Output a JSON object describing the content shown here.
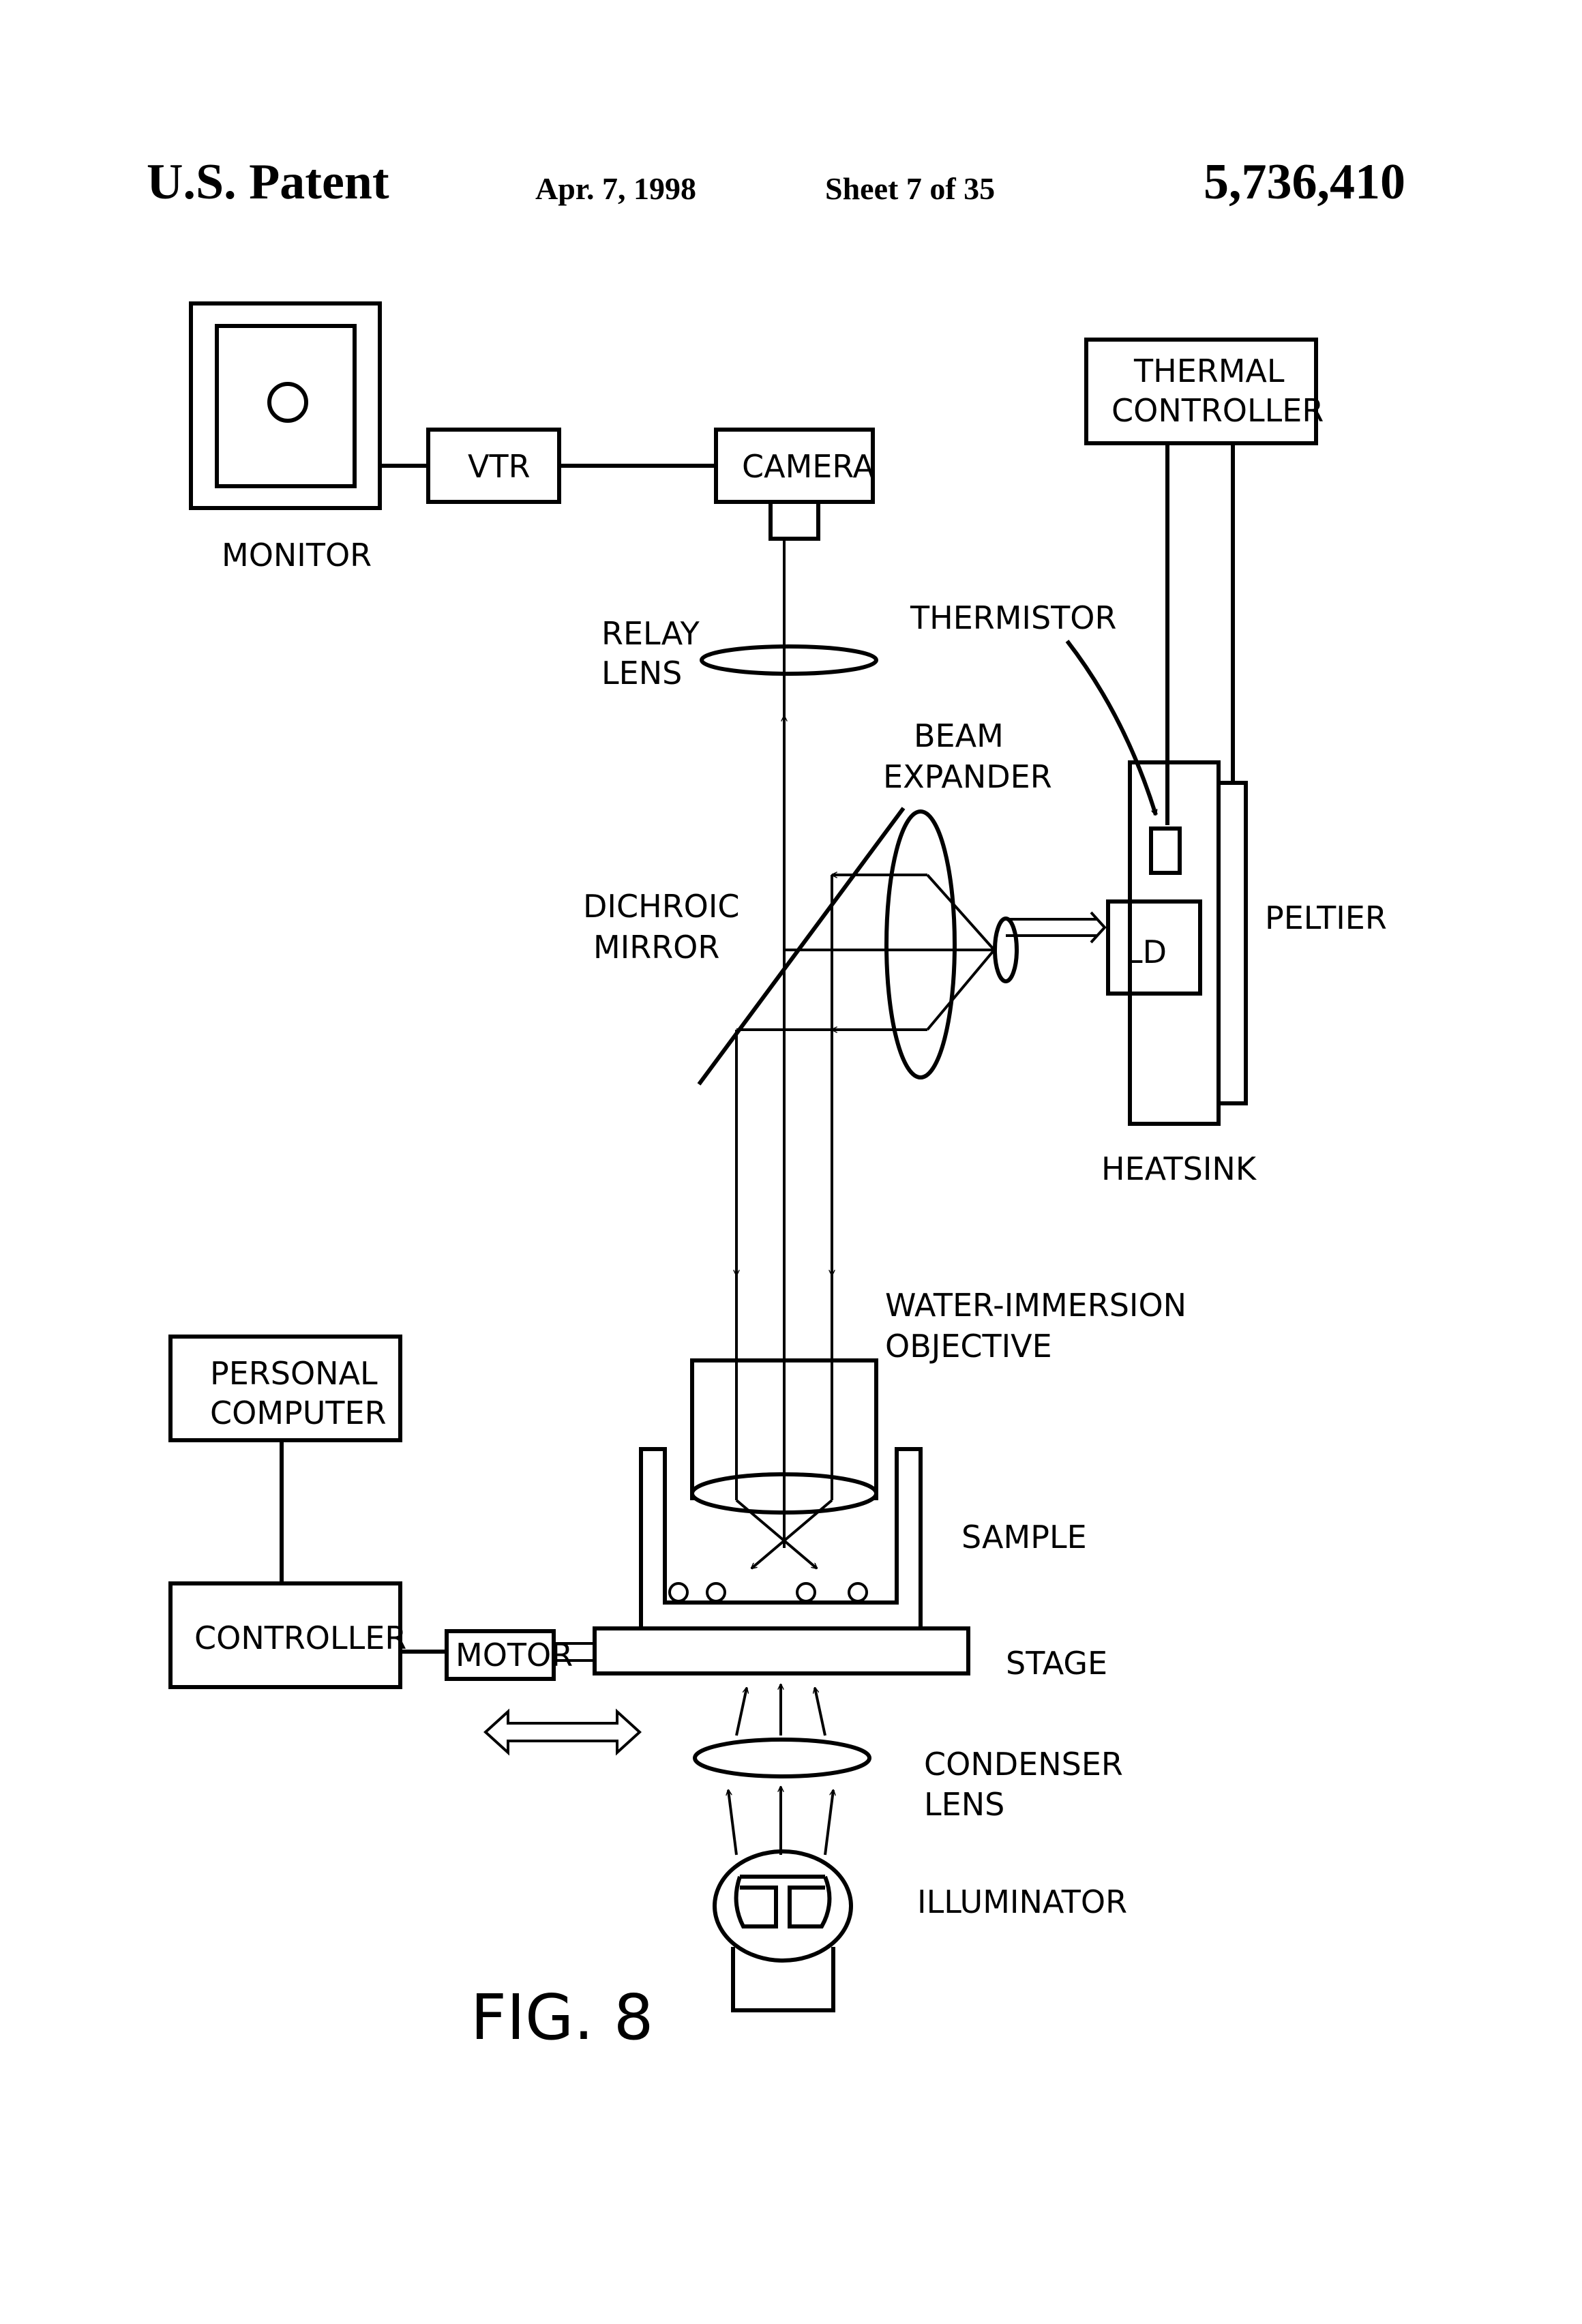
{
  "header": {
    "left": "U.S. Patent",
    "date": "Apr. 7, 1998",
    "sheet": "Sheet 7 of 35",
    "number": "5,736,410"
  },
  "labels": {
    "monitor": "MONITOR",
    "vtr": "VTR",
    "camera": "CAMERA",
    "thermal_1": "THERMAL",
    "thermal_2": "CONTROLLER",
    "relay_1": "RELAY",
    "relay_2": "LENS",
    "thermistor": "THERMISTOR",
    "beam_1": "BEAM",
    "beam_2": "EXPANDER",
    "dichroic_1": "DICHROIC",
    "dichroic_2": "MIRROR",
    "ld": "LD",
    "peltier": "PELTIER",
    "heatsink": "HEATSINK",
    "objective_1": "WATER-IMMERSION",
    "objective_2": "OBJECTIVE",
    "pc_1": "PERSONAL",
    "pc_2": "COMPUTER",
    "sample": "SAMPLE",
    "controller": "CONTROLLER",
    "motor": "MOTOR",
    "stage": "STAGE",
    "condenser_1": "CONDENSER",
    "condenser_2": "LENS",
    "illuminator": "ILLUMINATOR",
    "figure": "FIG. 8"
  }
}
